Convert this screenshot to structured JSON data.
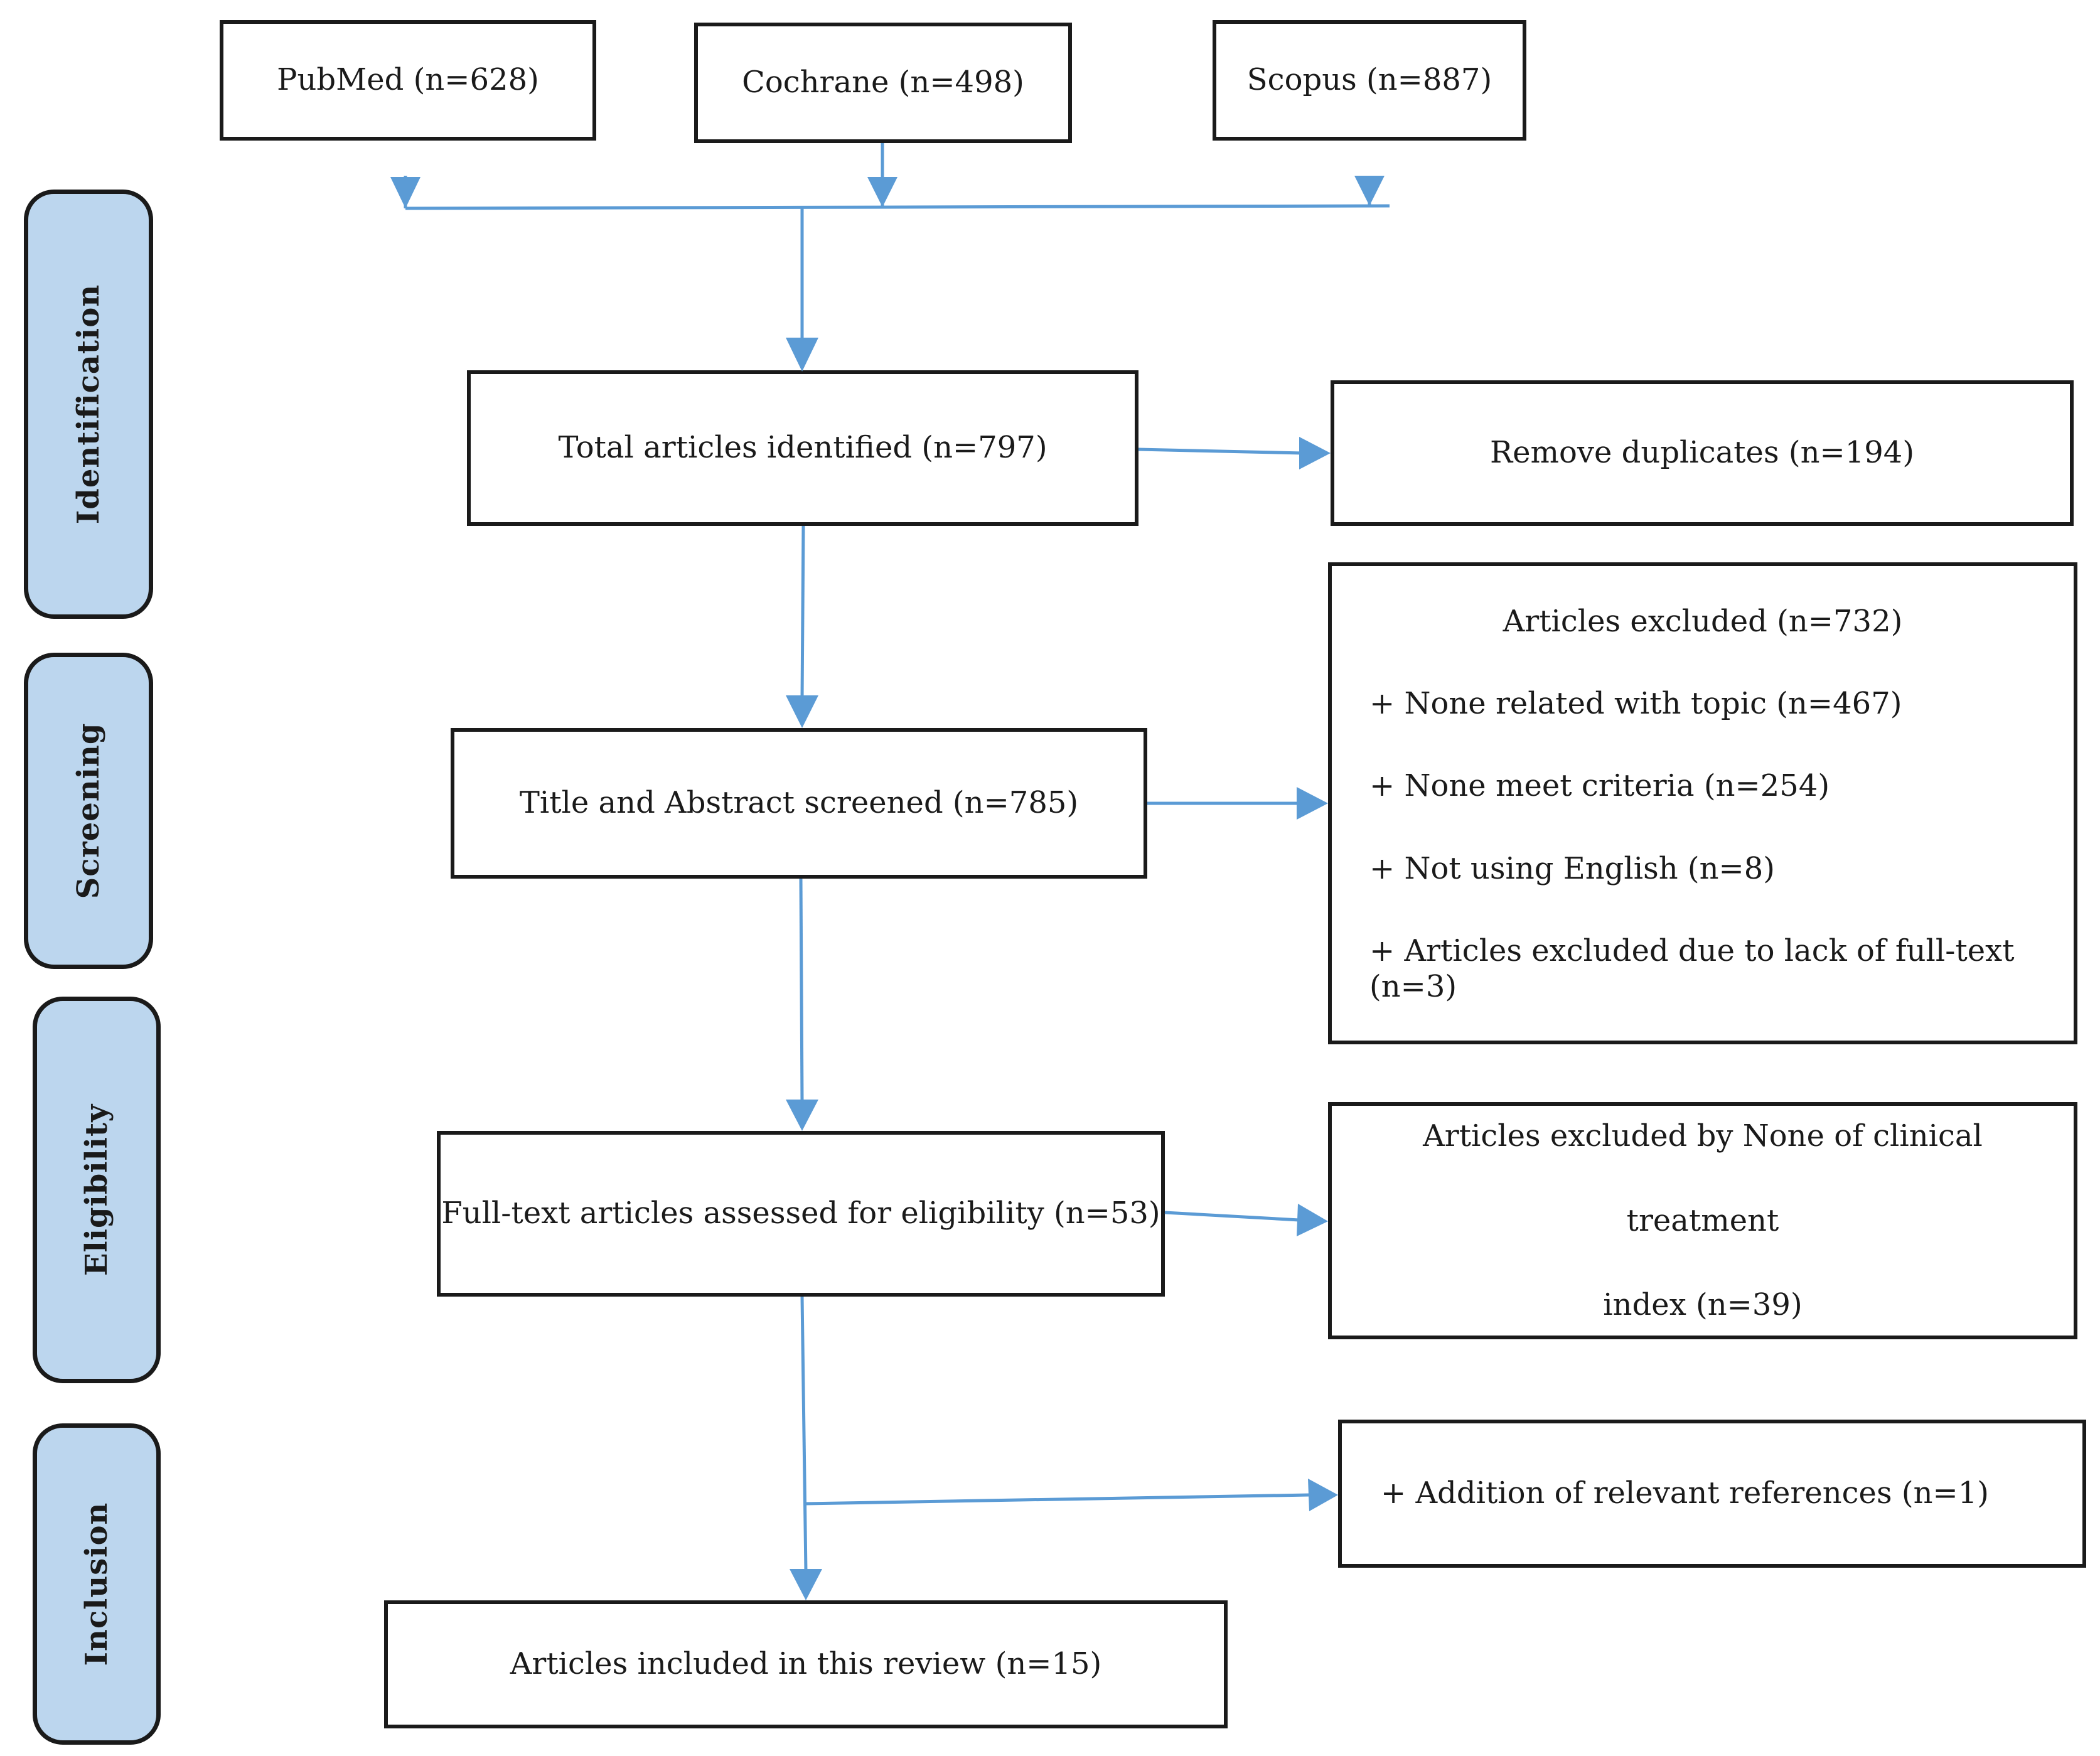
{
  "colors": {
    "connector": "#5b9bd5",
    "stage_fill": "#bcd6ee",
    "box_border": "#1a1a1a"
  },
  "stages": {
    "identification": "Identification",
    "screening": "Screening",
    "eligibility": "Eligibility",
    "inclusion": "Inclusion"
  },
  "sources": {
    "pubmed": "PubMed (n=628)",
    "cochrane": "Cochrane (n=498)",
    "scopus": "Scopus (n=887)"
  },
  "flow": {
    "identified": "Total articles identified (n=797)",
    "screened": "Title and Abstract screened (n=785)",
    "assessed": "Full-text articles assessed for eligibility (n=53)",
    "included": "Articles included in this review (n=15)"
  },
  "side": {
    "duplicates": "Remove duplicates (n=194)",
    "excluded_title": "Articles excluded (n=732)",
    "excluded_items": [
      "+ None related with topic (n=467)",
      "+ None meet criteria (n=254)",
      "+ Not using English (n=8)",
      "+ Articles excluded due to lack of full-text (n=3)"
    ],
    "eligibility_excluded_line1": "Articles excluded by None of clinical treatment",
    "eligibility_excluded_line2": "index (n=39)",
    "addition": "+ Addition of relevant references (n=1)"
  }
}
